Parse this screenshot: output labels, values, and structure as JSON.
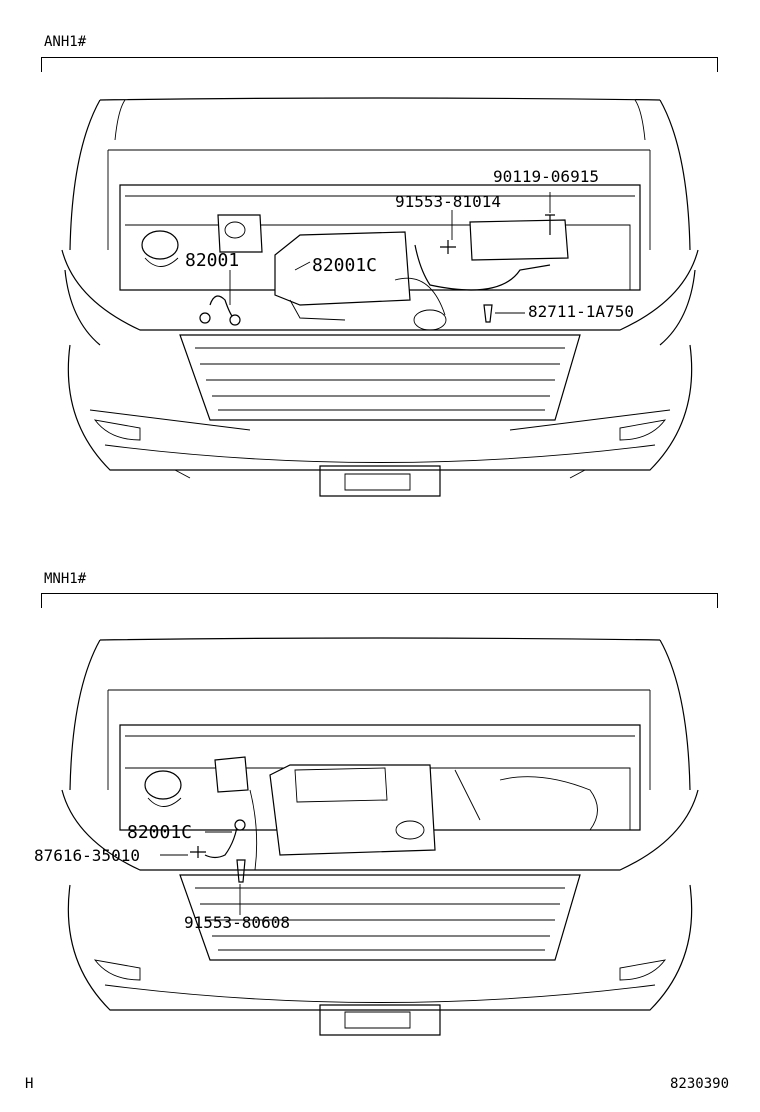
{
  "sections": [
    {
      "label": "ANH1#",
      "parts": {
        "p1": "90119-06915",
        "p2": "91553-81014",
        "p3": "82001",
        "p4": "82001C",
        "p5": "82711-1A750"
      }
    },
    {
      "label": "MNH1#",
      "parts": {
        "p1": "82001C",
        "p2": "87616-35010",
        "p3": "91553-80608"
      }
    }
  ],
  "footer": {
    "left": "H",
    "right": "8230390"
  }
}
